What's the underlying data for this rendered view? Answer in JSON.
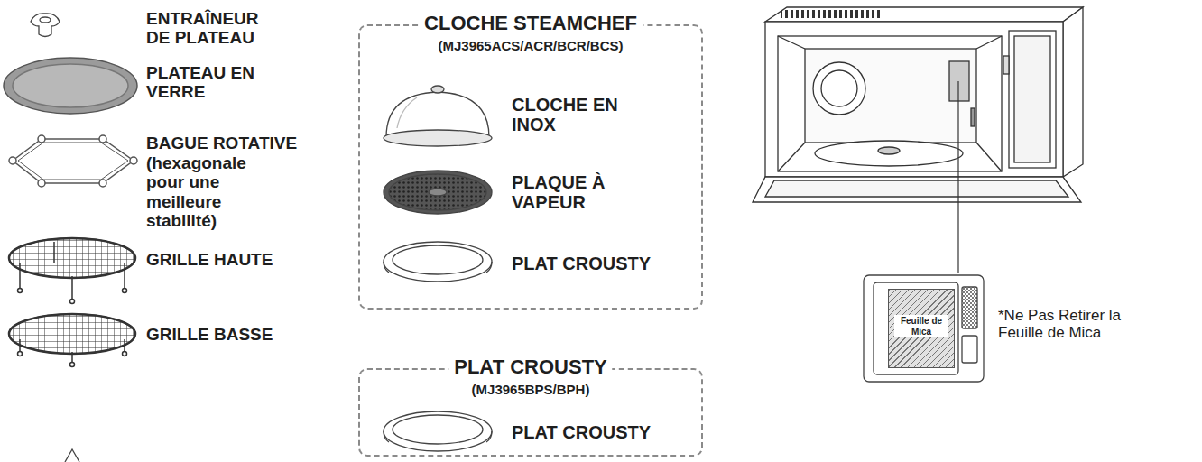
{
  "diagram": {
    "nodes": [
      {
        "text": [
          "CLOCHE STEAMCHEF",
          "(MJ3965ACS/ACR/BCR/BCS)",
          "CLOCHE EN INOX",
          "PLAQUE À VAPEUR",
          "PLAT CROUSTY"
        ]
      },
      {
        "text": [
          "PLAT CROUSTY",
          "(MJ3965BPS/BPH)",
          "PLAT CROUSTY"
        ]
      },
      {
        "text": [
          "Feuille de Mica"
        ]
      }
    ],
    "edges": [],
    "labels": [
      "ENTRAÎNEUR DE PLATEAU",
      "PLATEAU EN VERRE",
      "BAGUE ROTATIVE",
      "(hexagonale pour une meilleure stabilité)",
      "GRILLE HAUTE",
      "GRILLE BASSE",
      "*Ne Pas Retirer la Feuille de Mica"
    ]
  }
}
